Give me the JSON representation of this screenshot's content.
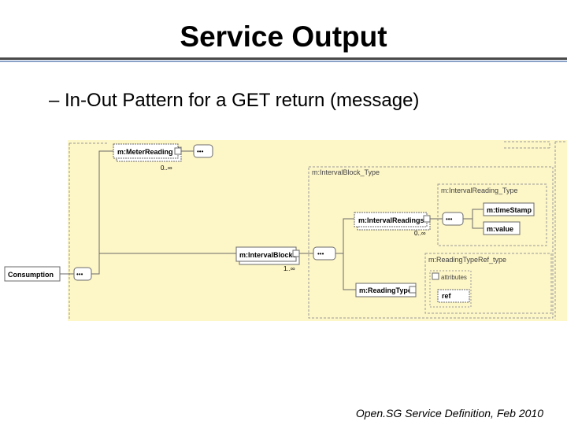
{
  "slide": {
    "title": "Service Output",
    "bullet": "– In-Out Pattern for a GET return (message)",
    "footer": "Open.SG Service Definition, Feb 2010"
  },
  "diagram": {
    "elements": {
      "consumption": "Consumption",
      "meter_reading": "m:MeterReading",
      "interval_blocks": "m:IntervalBlocks",
      "interval_readings": "m:IntervalReadings",
      "time_stamp": "m:timeStamp",
      "value": "m:value",
      "reading_type": "m:ReadingType",
      "ref": "ref"
    },
    "types": {
      "interval_block_type": "m:IntervalBlock_Type",
      "interval_reading_type": "m:IntervalReading_Type",
      "reading_type_ref_type": "m:ReadingTypeRef_type"
    },
    "attributes_label": "attributes",
    "multiplicities": {
      "meter_reading": "0..∞",
      "interval_blocks": "1..∞",
      "interval_readings": "0..∞"
    },
    "sequence_glyph": "•••",
    "colors": {
      "canvas": "#fdf6c7",
      "element_box": "#ffffff",
      "border": "#6a6a6a",
      "dashed": "#9a9a9a"
    }
  }
}
